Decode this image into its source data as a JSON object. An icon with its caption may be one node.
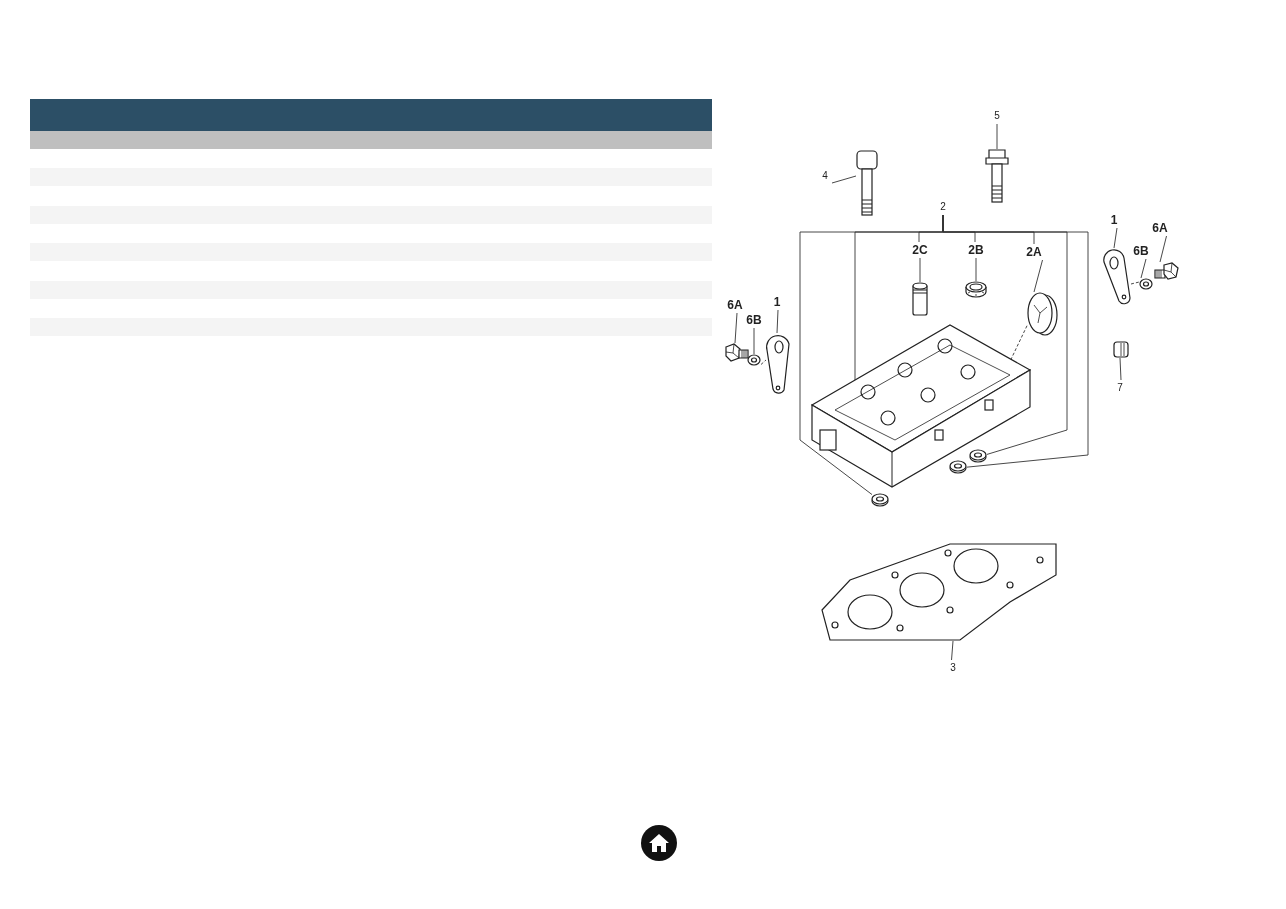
{
  "diagram": {
    "nodes": [
      {
        "text": [
          "4"
        ]
      },
      {
        "text": [],
        "shape": "picture"
      },
      {
        "text": [
          "5"
        ]
      },
      {
        "text": [],
        "shape": "picture"
      },
      {
        "text": [
          "2"
        ]
      },
      {
        "text": [
          "2C"
        ]
      },
      {
        "text": [],
        "shape": "picture"
      },
      {
        "text": [
          "2B"
        ]
      },
      {
        "text": [],
        "shape": "picture"
      },
      {
        "text": [
          "2A"
        ]
      },
      {
        "text": [],
        "shape": "picture"
      },
      {
        "text": [],
        "shape": "picture"
      },
      {
        "text": [],
        "shape": "picture"
      },
      {
        "text": [],
        "shape": "picture"
      },
      {
        "text": [],
        "shape": "picture"
      },
      {
        "text": [
          "1"
        ]
      },
      {
        "text": [],
        "shape": "picture"
      },
      {
        "text": [
          "6B"
        ]
      },
      {
        "text": [],
        "shape": "picture"
      },
      {
        "text": [
          "6A"
        ]
      },
      {
        "text": [],
        "shape": "picture"
      },
      {
        "text": [
          "6A"
        ]
      },
      {
        "text": [],
        "shape": "picture"
      },
      {
        "text": [
          "6B"
        ]
      },
      {
        "text": [],
        "shape": "picture"
      },
      {
        "text": [
          "1"
        ]
      },
      {
        "text": [],
        "shape": "picture"
      },
      {
        "text": [
          "7"
        ]
      },
      {
        "text": [],
        "shape": "picture"
      },
      {
        "text": [
          "3"
        ]
      },
      {
        "text": [],
        "shape": "picture"
      }
    ],
    "edges": [
      {
        "from": 0,
        "to": 1,
        "arrow": "none"
      },
      {
        "from": 2,
        "to": 3,
        "arrow": "none"
      },
      {
        "from": 4,
        "to": 11,
        "arrow": "none"
      },
      {
        "from": 4,
        "to": 12,
        "arrow": "none"
      },
      {
        "from": 4,
        "to": 13,
        "arrow": "none"
      },
      {
        "from": 4,
        "to": 14,
        "arrow": "none"
      },
      {
        "from": 4,
        "to": 5,
        "arrow": "none"
      },
      {
        "from": 4,
        "to": 7,
        "arrow": "none"
      },
      {
        "from": 4,
        "to": 9,
        "arrow": "none"
      },
      {
        "from": 5,
        "to": 6,
        "arrow": "none"
      },
      {
        "from": 7,
        "to": 8,
        "arrow": "none"
      },
      {
        "from": 9,
        "to": 10,
        "arrow": "none"
      },
      {
        "from": 10,
        "to": 11,
        "arrow": "none",
        "style": "dashed"
      },
      {
        "from": 15,
        "to": 16,
        "arrow": "none"
      },
      {
        "from": 17,
        "to": 18,
        "arrow": "none"
      },
      {
        "from": 19,
        "to": 20,
        "arrow": "none"
      },
      {
        "from": 16,
        "to": 18,
        "arrow": "none",
        "style": "dashed"
      },
      {
        "from": 21,
        "to": 22,
        "arrow": "none"
      },
      {
        "from": 23,
        "to": 24,
        "arrow": "none"
      },
      {
        "from": 25,
        "to": 26,
        "arrow": "none"
      },
      {
        "from": 24,
        "to": 26,
        "arrow": "none",
        "style": "dashed"
      },
      {
        "from": 27,
        "to": 28,
        "arrow": "none"
      },
      {
        "from": 29,
        "to": 30,
        "arrow": "none"
      }
    ]
  }
}
